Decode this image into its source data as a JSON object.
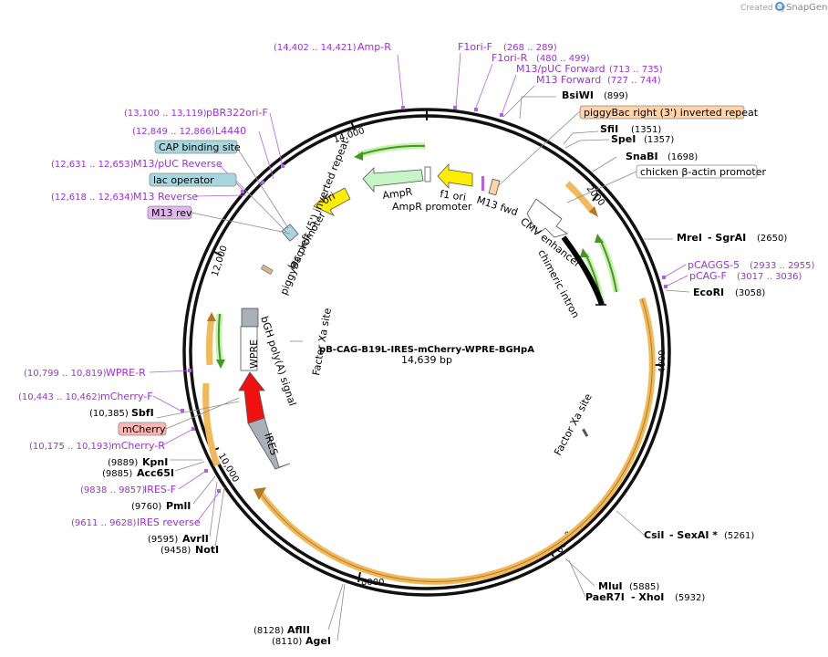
{
  "credit": {
    "prefix": "Created by",
    "brand": "SnapGene"
  },
  "plasmid": {
    "name": "pB-CAG-B19L-IRES-mCherry-WPRE-BGHpA",
    "length": "14,639 bp"
  },
  "ticks": [
    "2000",
    "4000",
    "6000",
    "8000",
    "10,000",
    "12,000",
    "14,000"
  ],
  "sites": [
    {
      "name": "BsiWI",
      "pos": "(899)"
    },
    {
      "name": "SfiI",
      "pos": "(1351)"
    },
    {
      "name": "SpeI",
      "pos": "(1357)"
    },
    {
      "name": "SnaBI",
      "pos": "(1698)"
    },
    {
      "name": "MreI",
      "extra": "- SgrAI",
      "pos": "(2650)"
    },
    {
      "name": "EcoRI",
      "pos": "(3058)"
    },
    {
      "name": "CsiI",
      "extra": "- SexAI *",
      "pos": "(5261)"
    },
    {
      "name": "MluI",
      "pos": "(5885)"
    },
    {
      "name": "PaeR7I",
      "extra": "- XhoI",
      "pos": "(5932)"
    },
    {
      "name": "AflII",
      "pos": "(8128)"
    },
    {
      "name": "AgeI",
      "pos": "(8110)"
    },
    {
      "name": "NotI",
      "pos": "(9458)"
    },
    {
      "name": "AvrII",
      "pos": "(9595)"
    },
    {
      "name": "PmlI",
      "pos": "(9760)"
    },
    {
      "name": "Acc65I",
      "pos": "(9885)"
    },
    {
      "name": "KpnI",
      "pos": "(9889)"
    },
    {
      "name": "SbfI",
      "pos": "(10,385)"
    }
  ],
  "primers": [
    {
      "name": "Amp-R",
      "pos": "(14,402 .. 14,421)"
    },
    {
      "name": "F1ori-F",
      "pos": "(268 .. 289)"
    },
    {
      "name": "F1ori-R",
      "pos": "(480 .. 499)"
    },
    {
      "name": "M13/pUC Forward",
      "pos": "(713 .. 735)"
    },
    {
      "name": "M13 Forward",
      "pos": "(727 .. 744)"
    },
    {
      "name": "pCAGGS-5",
      "pos": "(2933 .. 2955)"
    },
    {
      "name": "pCAG-F",
      "pos": "(3017 .. 3036)"
    },
    {
      "name": "pBR322ori-F",
      "pos": "(13,100 .. 13,119)"
    },
    {
      "name": "L4440",
      "pos": "(12,849 .. 12,866)"
    },
    {
      "name": "M13/pUC Reverse",
      "pos": "(12,631 .. 12,653)"
    },
    {
      "name": "M13 Reverse",
      "pos": "(12,618 .. 12,634)"
    },
    {
      "name": "WPRE-R",
      "pos": "(10,799 .. 10,819)"
    },
    {
      "name": "mCherry-F",
      "pos": "(10,443 .. 10,462)"
    },
    {
      "name": "mCherry-R",
      "pos": "(10,175 .. 10,193)"
    },
    {
      "name": "IRES-F",
      "pos": "(9838 .. 9857)"
    },
    {
      "name": "IRES reverse",
      "pos": "(9611 .. 9628)"
    }
  ],
  "boxed_labels": {
    "piggybac_right": "piggyBac right (3') inverted repeat",
    "chicken_actin": "chicken β-actin promoter",
    "cap_binding": "CAP binding site",
    "lac_operator": "lac operator",
    "m13_rev": "M13 rev",
    "mcherry": "mCherry"
  },
  "features": {
    "ampr": "AmpR",
    "ampr_promoter": "AmpR promoter",
    "f1_ori": "f1 ori",
    "m13_fwd": "M13 fwd",
    "ori": "ori",
    "cmv_enhancer": "CMV enhancer",
    "chimeric_intron": "chimeric intron",
    "lac_promoter": "lac promoter",
    "piggybac_left": "piggyBac left (5') inverted repeat",
    "factor_xa_1": "Factor Xa site",
    "factor_xa_2": "Factor Xa site",
    "bgh": "bGH poly(A) signal",
    "wpre": "WPRE",
    "ires": "IRES"
  },
  "colors": {
    "orf": "#f2b95a",
    "green": "#3f9a1d",
    "ampr_fill": "#c6f5c6",
    "ori_fill": "#ffee00",
    "f1_fill": "#ffee00",
    "mcherry_fill": "#f01010",
    "primer": "#9b30d9",
    "piggybac_fill": "#ffd2a8",
    "cap_fill": "#a7d6de",
    "m13rev_fill": "#e1b7ee",
    "mcherry_box": "#ffb4b4"
  }
}
